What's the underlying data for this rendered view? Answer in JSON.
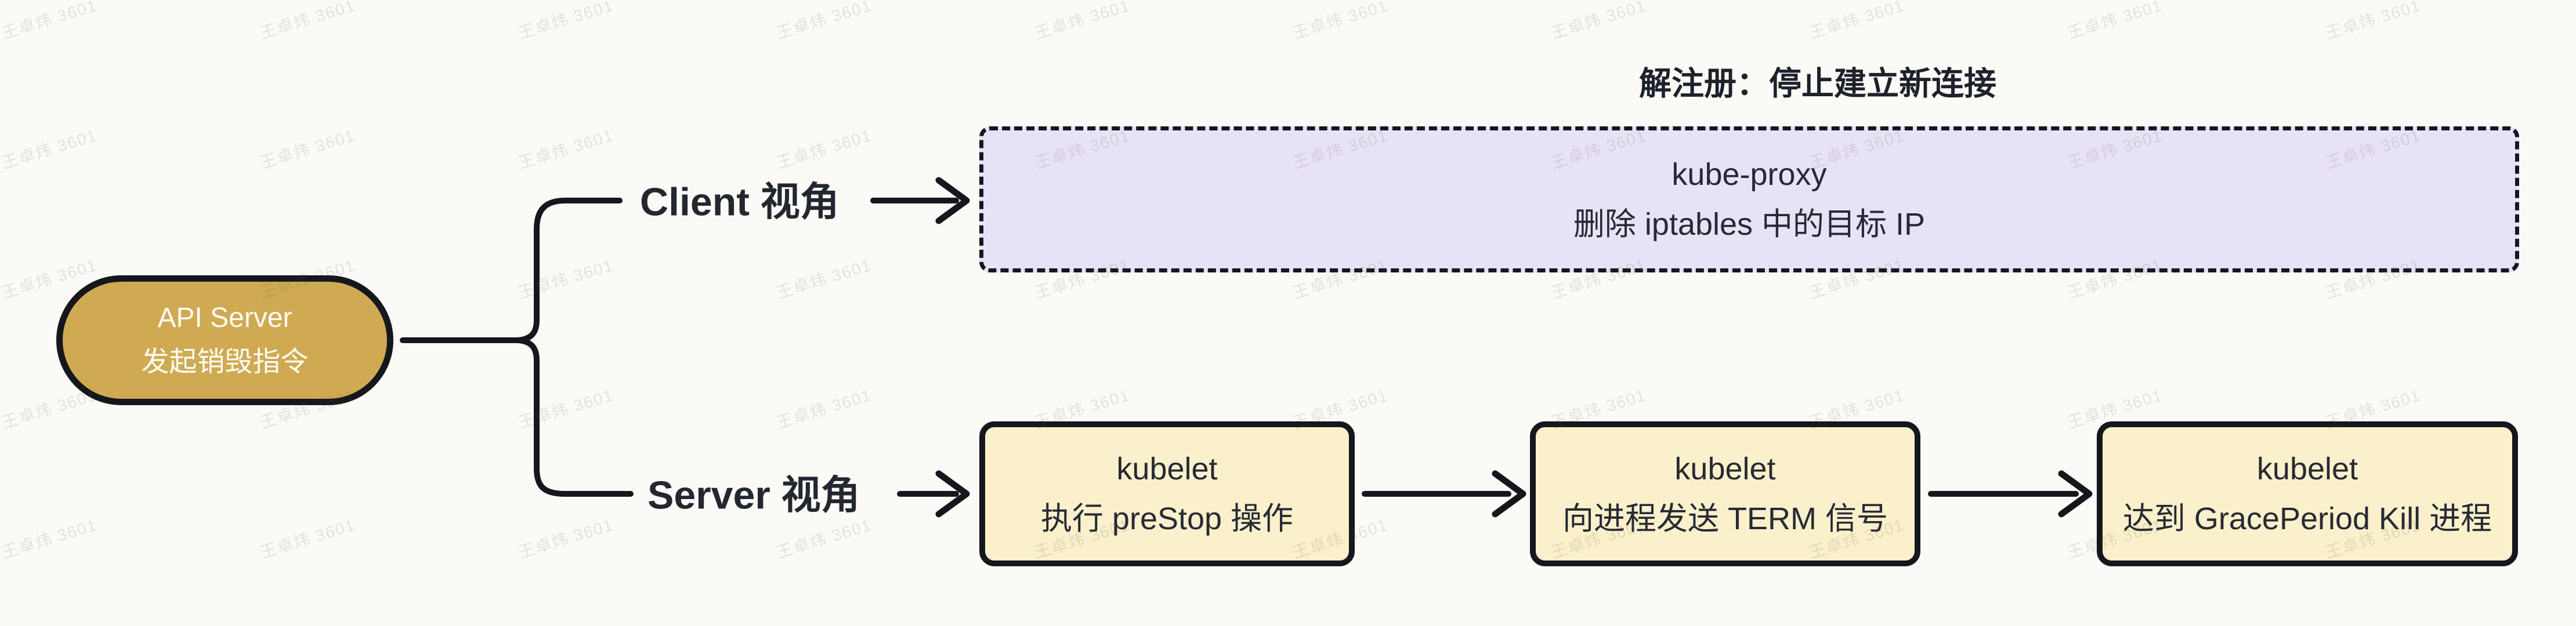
{
  "watermark": {
    "text": "王卓炜 3601"
  },
  "colors": {
    "bg": "#FBFAF6",
    "line": "#15171d",
    "gold": "#CFAA52",
    "cream": "#FAF0CC",
    "lavender": "#E8E2F7"
  },
  "root_node": {
    "line1": "API Server",
    "line2": "发起销毁指令"
  },
  "branches": {
    "client": {
      "label": "Client 视角",
      "annotation": "解注册：停止建立新连接",
      "node": {
        "line1": "kube-proxy",
        "line2": "删除 iptables 中的目标 IP"
      }
    },
    "server": {
      "label": "Server 视角",
      "steps": [
        {
          "line1": "kubelet",
          "line2": "执行 preStop 操作"
        },
        {
          "line1": "kubelet",
          "line2": "向进程发送 TERM 信号"
        },
        {
          "line1": "kubelet",
          "line2": "达到 GracePeriod Kill 进程"
        }
      ]
    }
  }
}
